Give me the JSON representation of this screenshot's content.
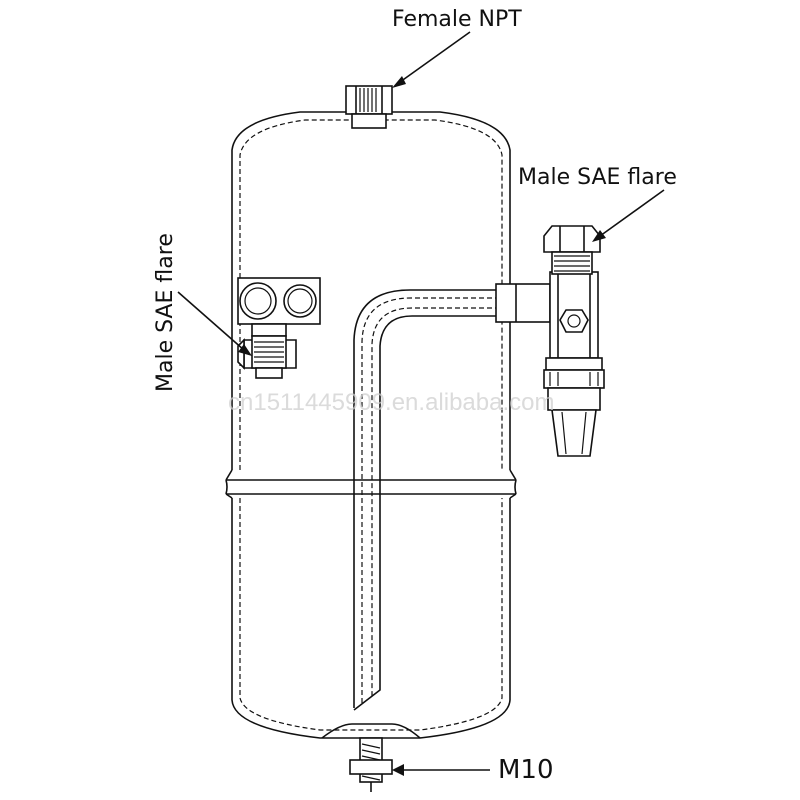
{
  "labels": {
    "top_port": "Female NPT",
    "right_port": "Male SAE flare",
    "left_port": "Male SAE flare",
    "bottom_stud": "M10"
  },
  "watermark": "cn1511445909.en.alibaba.com"
}
